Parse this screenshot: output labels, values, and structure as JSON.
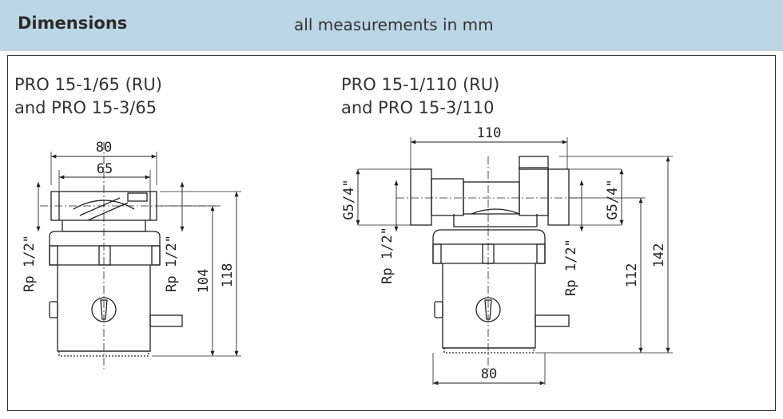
{
  "header": {
    "title": "Dimensions",
    "subtitle": "all measurements in mm"
  },
  "drawings": {
    "left": {
      "caption_line1": "PRO 15-1/65 (RU)",
      "caption_line2": "and PRO 15-3/65",
      "dim_width_outer": "80",
      "dim_width_inner": "65",
      "dim_thread_left": "Rp 1/2\"",
      "dim_thread_right": "Rp 1/2\"",
      "dim_height_inner": "104",
      "dim_height_outer": "118"
    },
    "right": {
      "caption_line1": "PRO 15-1/110 (RU)",
      "caption_line2": "and PRO 15-3/110",
      "dim_width_top": "110",
      "dim_width_bottom": "80",
      "dim_thread_g_left": "G5/4\"",
      "dim_thread_g_right": "G5/4\"",
      "dim_thread_rp_left": "Rp 1/2\"",
      "dim_thread_rp_right": "Rp 1/2\"",
      "dim_height_inner": "112",
      "dim_height_outer": "142"
    }
  }
}
